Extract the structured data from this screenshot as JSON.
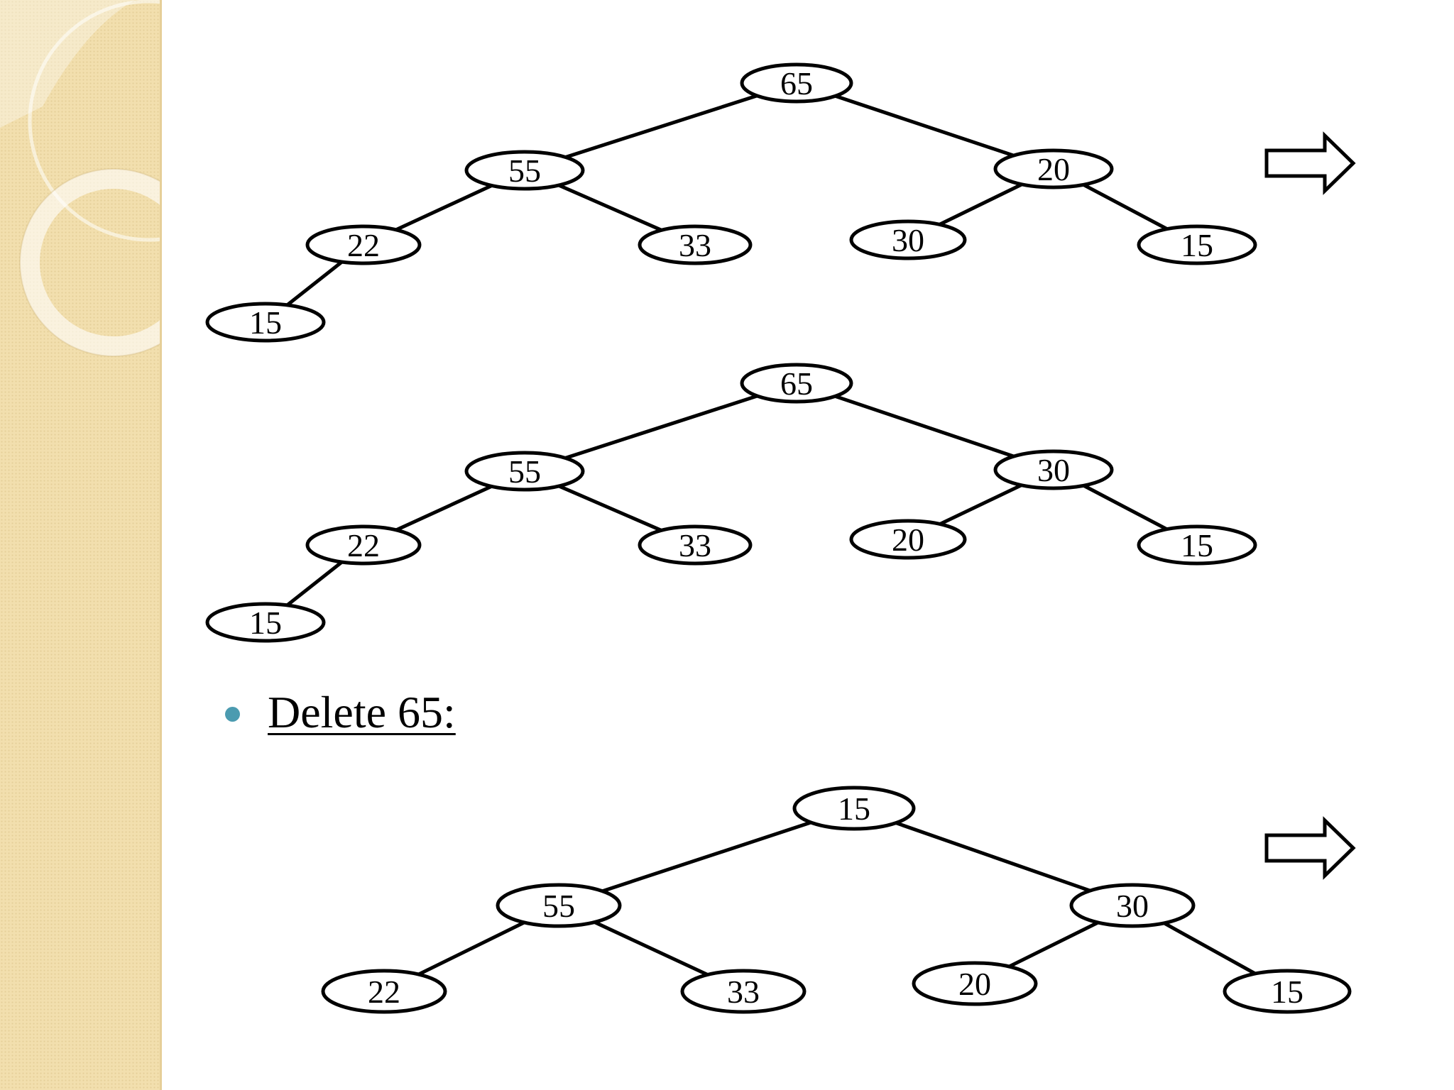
{
  "caption": "Delete 65:",
  "colors": {
    "sidebar": "#f2dfae",
    "bullet": "#4b9bb0",
    "stroke": "#000000"
  },
  "trees": [
    {
      "name": "tree-1",
      "arrow": true,
      "nodes": [
        {
          "id": "a0",
          "label": "65"
        },
        {
          "id": "a1",
          "label": "55"
        },
        {
          "id": "a2",
          "label": "20"
        },
        {
          "id": "a3",
          "label": "22"
        },
        {
          "id": "a4",
          "label": "33"
        },
        {
          "id": "a5",
          "label": "30"
        },
        {
          "id": "a6",
          "label": "15"
        },
        {
          "id": "a7",
          "label": "15"
        }
      ],
      "edges": [
        [
          "a0",
          "a1"
        ],
        [
          "a0",
          "a2"
        ],
        [
          "a1",
          "a3"
        ],
        [
          "a1",
          "a4"
        ],
        [
          "a2",
          "a5"
        ],
        [
          "a2",
          "a6"
        ],
        [
          "a3",
          "a7"
        ]
      ]
    },
    {
      "name": "tree-2",
      "arrow": false,
      "nodes": [
        {
          "id": "b0",
          "label": "65"
        },
        {
          "id": "b1",
          "label": "55"
        },
        {
          "id": "b2",
          "label": "30"
        },
        {
          "id": "b3",
          "label": "22"
        },
        {
          "id": "b4",
          "label": "33"
        },
        {
          "id": "b5",
          "label": "20"
        },
        {
          "id": "b6",
          "label": "15"
        },
        {
          "id": "b7",
          "label": "15"
        }
      ],
      "edges": [
        [
          "b0",
          "b1"
        ],
        [
          "b0",
          "b2"
        ],
        [
          "b1",
          "b3"
        ],
        [
          "b1",
          "b4"
        ],
        [
          "b2",
          "b5"
        ],
        [
          "b2",
          "b6"
        ],
        [
          "b3",
          "b7"
        ]
      ]
    },
    {
      "name": "tree-3",
      "arrow": true,
      "nodes": [
        {
          "id": "c0",
          "label": "15"
        },
        {
          "id": "c1",
          "label": "55"
        },
        {
          "id": "c2",
          "label": "30"
        },
        {
          "id": "c3",
          "label": "22"
        },
        {
          "id": "c4",
          "label": "33"
        },
        {
          "id": "c5",
          "label": "20"
        },
        {
          "id": "c6",
          "label": "15"
        }
      ],
      "edges": [
        [
          "c0",
          "c1"
        ],
        [
          "c0",
          "c2"
        ],
        [
          "c1",
          "c3"
        ],
        [
          "c1",
          "c4"
        ],
        [
          "c2",
          "c5"
        ],
        [
          "c2",
          "c6"
        ]
      ]
    }
  ]
}
